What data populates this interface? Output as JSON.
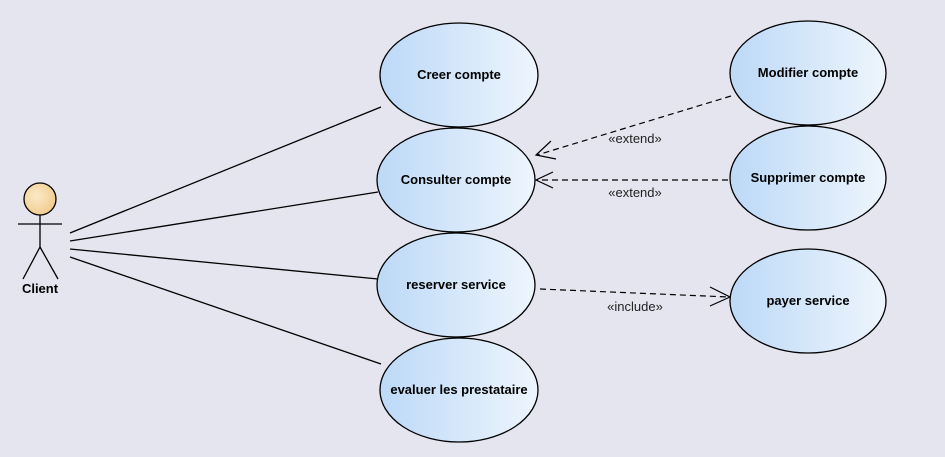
{
  "actor": {
    "name": "Client"
  },
  "use_cases": {
    "creer_compte": "Creer compte",
    "consulter_compte": "Consulter compte",
    "reserver_service": "reserver service",
    "evaluer_prestataire": "evaluer les prestataire",
    "modifier_compte": "Modifier compte",
    "supprimer_compte": "Supprimer compte",
    "payer_service": "payer service"
  },
  "relations": {
    "extend_modifier": "«extend»",
    "extend_supprimer": "«extend»",
    "include_payer": "«include»"
  },
  "colors": {
    "background": "#e5e5ef",
    "usecase_fill_light": "#eaf3fd",
    "usecase_fill_dark": "#bcd9f7",
    "actor_head": "#f5d9a8",
    "line": "#000000"
  }
}
